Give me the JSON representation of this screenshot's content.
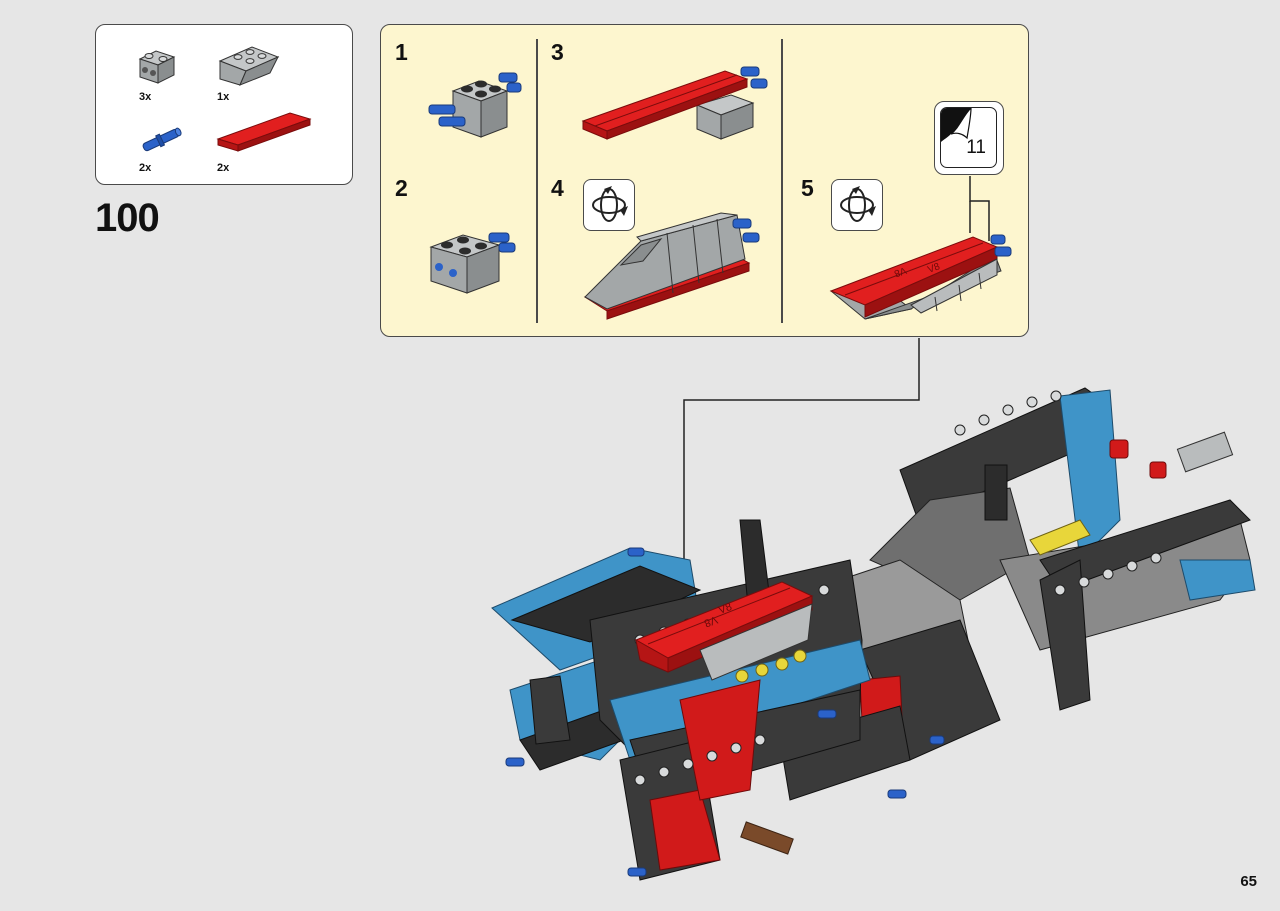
{
  "step": {
    "number": "100"
  },
  "parts_list": [
    {
      "id": "brick-1x2-with-holes",
      "qty": "3x",
      "icon": "brick-1x2-holes-icon",
      "color": "#a3a7a8"
    },
    {
      "id": "slope-inverted-2x3",
      "qty": "1x",
      "icon": "slope-brick-icon",
      "color": "#a3a7a8"
    },
    {
      "id": "pin-axle",
      "qty": "2x",
      "icon": "blue-pin-icon",
      "color": "#2b62c9"
    },
    {
      "id": "tile-1x6",
      "qty": "2x",
      "icon": "red-tile-icon",
      "color": "#d11a1a"
    }
  ],
  "sub_steps": [
    {
      "number": "1"
    },
    {
      "number": "2"
    },
    {
      "number": "3"
    },
    {
      "number": "4",
      "icon": "rotate-model-icon"
    },
    {
      "number": "5",
      "icon": "rotate-model-icon"
    }
  ],
  "reference": {
    "value": "11",
    "icon": "page-turn-icon"
  },
  "engine_tile_print": "V8",
  "page": {
    "number": "65"
  },
  "colors": {
    "background": "#e6e6e6",
    "panel": "#fdf6cf",
    "red": "#d11a1a",
    "blue": "#2b62c9",
    "azure": "#3f94c8",
    "gray": "#a3a7a8",
    "dark": "#2c2c2c"
  }
}
